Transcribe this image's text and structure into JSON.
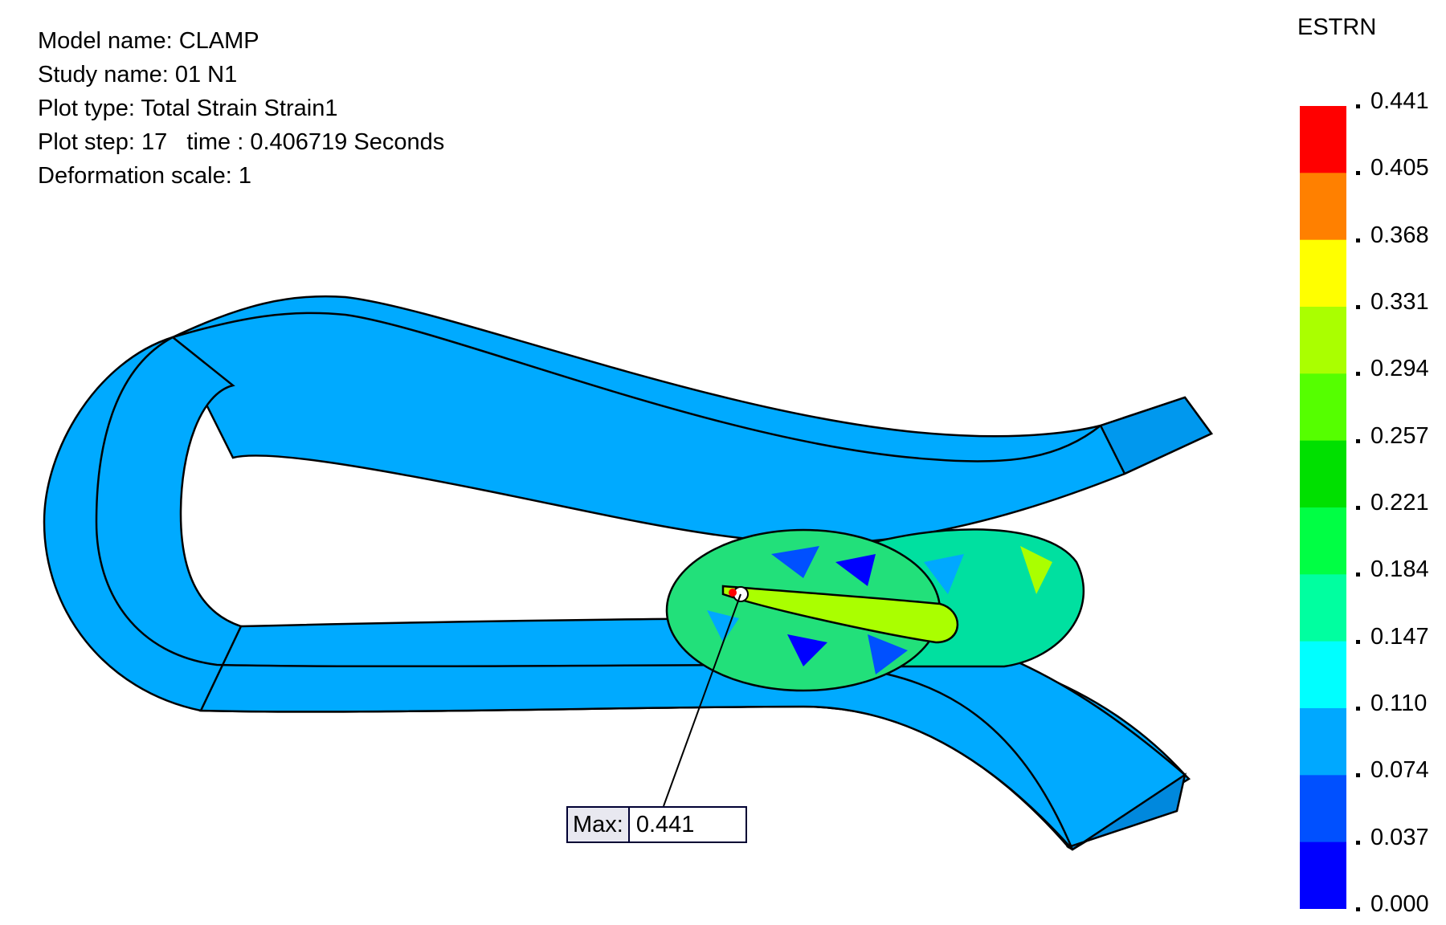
{
  "info": {
    "model": "Model name: CLAMP",
    "study": "Study name: 01 N1",
    "plot_type": "Plot type: Total Strain Strain1",
    "plot_step": "Plot step: 17   time : 0.406719 Seconds",
    "deformation": "Deformation scale: 1"
  },
  "legend": {
    "title": "ESTRN",
    "ticks": [
      "0.441",
      "0.405",
      "0.368",
      "0.331",
      "0.294",
      "0.257",
      "0.221",
      "0.184",
      "0.147",
      "0.110",
      "0.074",
      "0.037",
      "0.000"
    ],
    "colors": [
      "#ff0000",
      "#ff8000",
      "#ffff00",
      "#aaff00",
      "#55ff00",
      "#00e000",
      "#00ff44",
      "#00ffa0",
      "#00ffff",
      "#00a8ff",
      "#0050ff",
      "#0000ff"
    ]
  },
  "max_label": {
    "label": "Max:",
    "value": "0.441"
  },
  "colors": {
    "clamp_body": "#00aaff",
    "outline": "#000000"
  }
}
